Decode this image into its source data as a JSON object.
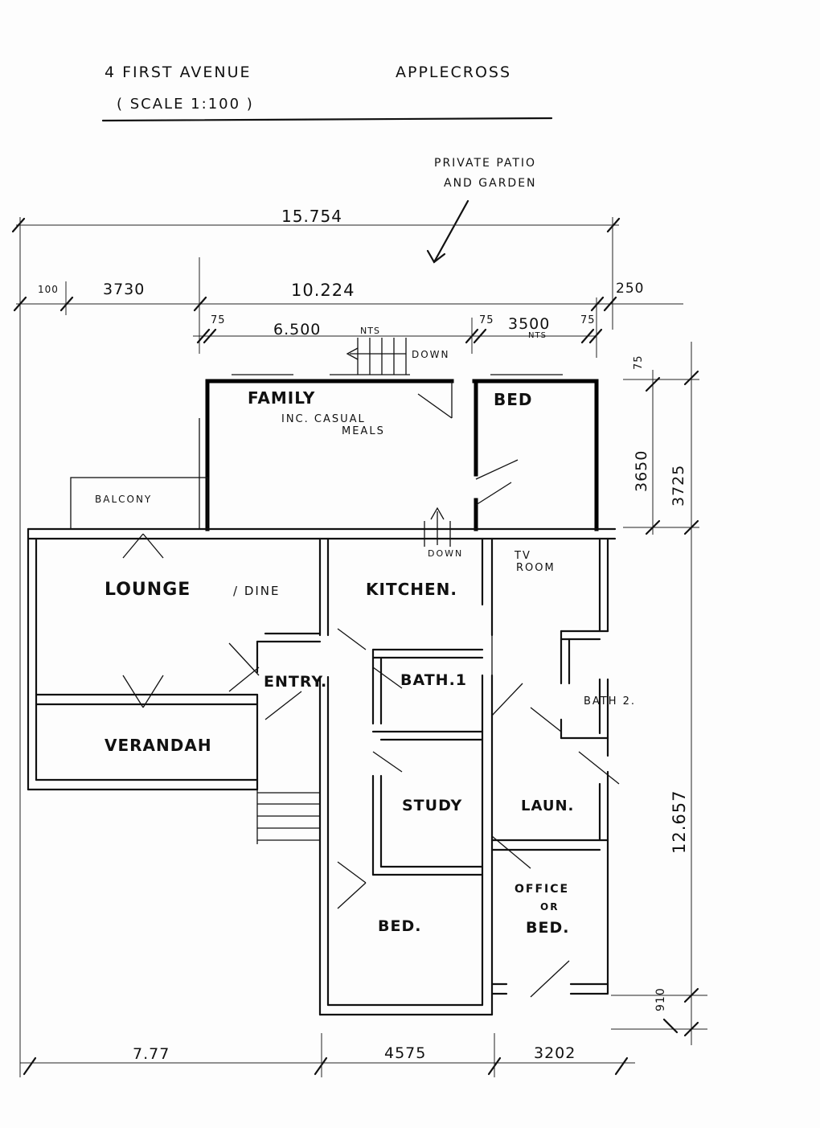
{
  "header": {
    "address": "4 FIRST AVENUE",
    "suburb": "APPLECROSS",
    "scale": "( SCALE 1:100 )"
  },
  "annotation": {
    "line1": "PRIVATE PATIO",
    "line2": "AND GARDEN"
  },
  "rooms": {
    "family": "FAMILY",
    "family_sub1": "INC. CASUAL",
    "family_sub2": "MEALS",
    "bed_top": "BED",
    "balcony": "BALCONY",
    "lounge": "LOUNGE",
    "dine": "/ DINE",
    "kitchen": "KITCHEN.",
    "tv1": "TV",
    "tv2": "ROOM",
    "entry": "ENTRY.",
    "bath1": "BATH.1",
    "bath2": "BATH 2.",
    "verandah": "VERANDAH",
    "study": "STUDY",
    "laundry": "LAUN.",
    "office1": "OFFICE",
    "office2": "OR",
    "office3": "BED.",
    "bed_bottom": "BED."
  },
  "labels": {
    "down_top": "DOWN",
    "down_kitchen": "DOWN"
  },
  "dimensions": {
    "overall": "15.754",
    "d100": "100",
    "d3730": "3730",
    "d10224": "10.224",
    "d250": "250",
    "d75a": "75",
    "d6500": "6.500",
    "nts1": "NTS",
    "d75b": "75",
    "d3500": "3500",
    "nts2": "NTS",
    "d75c": "75",
    "r75": "75",
    "r3650": "3650",
    "r3725": "3725",
    "r12657": "12.657",
    "r910": "910",
    "bot7777": "7.77",
    "bot4575": "4575",
    "bot3202": "3202"
  }
}
